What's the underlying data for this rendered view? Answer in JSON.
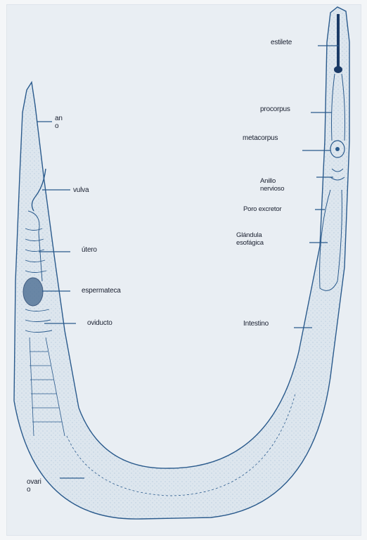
{
  "labels": {
    "ano": "an\no",
    "vulva": "vulva",
    "utero": "útero",
    "espermateca": "espermateca",
    "oviducto": "oviducto",
    "ovario": "ovari\no",
    "estilete": "estilete",
    "procorpus": "procorpus",
    "metacorpus": "metacorpus",
    "anillo_nervioso": "Anillo\nnervioso",
    "poro_excretor": "Poro excretor",
    "glandula_esofagica": "Glándula\nesofágica",
    "intestino": "Intestino"
  },
  "colors": {
    "outline": "#2a5a8c",
    "stipple": "#4a78a8",
    "body_fill": "#dde6ee",
    "dark": "#1a3a66",
    "background": "#e9eef3"
  }
}
